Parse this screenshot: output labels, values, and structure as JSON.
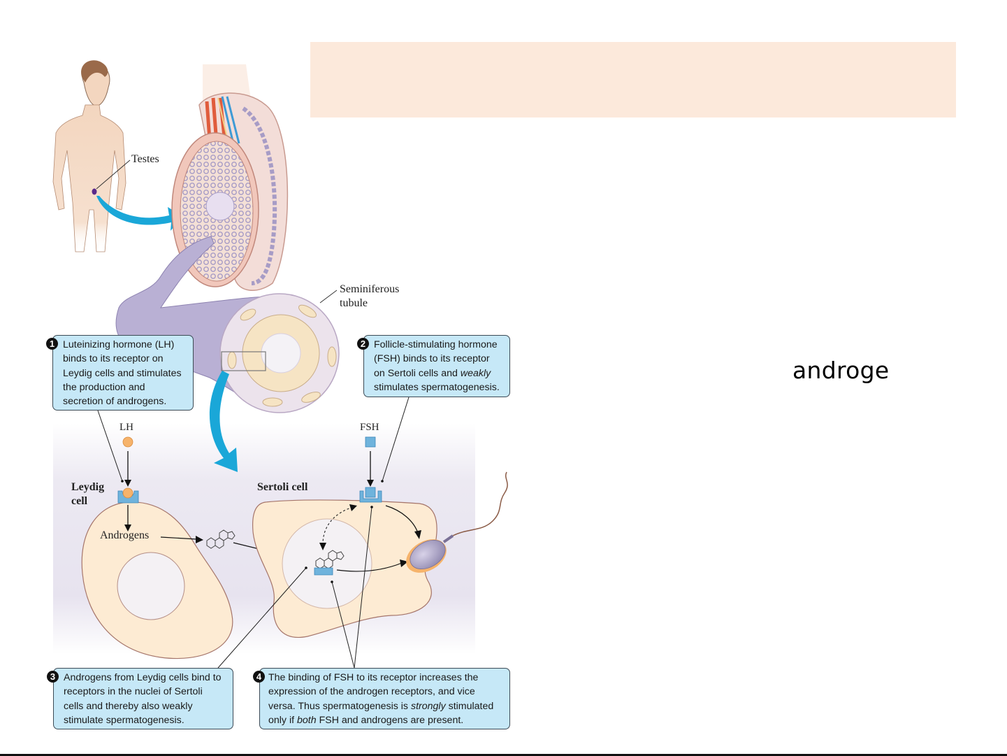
{
  "slide": {
    "title_placeholder": "",
    "body_text": "androge"
  },
  "figure": {
    "labels": {
      "testes": "Testes",
      "seminiferous_line1": "Seminiferous",
      "seminiferous_line2": "tubule",
      "lh": "LH",
      "fsh": "FSH",
      "leydig_line1": "Leydig",
      "leydig_line2": "cell",
      "sertoli": "Sertoli cell",
      "androgens": "Androgens"
    },
    "callouts": [
      {
        "number": "1",
        "lines": [
          "Luteinizing hormone (LH)",
          "binds to its receptor on",
          "Leydig cells and stimulates",
          "the production and",
          "secretion of androgens."
        ]
      },
      {
        "number": "2",
        "line1": "Follicle-stimulating hormone",
        "line2": "(FSH) binds to its receptor",
        "line3_pre": "on Sertoli cells and ",
        "line3_em": "weakly",
        "line4": "stimulates spermatogenesis."
      },
      {
        "number": "3",
        "lines": [
          "Androgens from Leydig cells bind to",
          "receptors in the nuclei of Sertoli",
          "cells and thereby also weakly",
          "stimulate spermatogenesis."
        ]
      },
      {
        "number": "4",
        "line1": "The binding of FSH to its receptor increases the",
        "line2": "expression of the androgen receptors, and vice",
        "line3_pre": "versa. Thus spermatogenesis is ",
        "line3_em": "strongly",
        "line3_post": " stimulated",
        "line4_pre": "only if ",
        "line4_em": "both",
        "line4_post": " FSH and androgens are present."
      }
    ],
    "colors": {
      "callout_fill": "#c6e8f7",
      "arrow_blue": "#1aa7d8",
      "cell_fill": "#fdebd3",
      "tubule_purple": "#b9b0d4",
      "lh_orange": "#f6b36b",
      "receptor_blue": "#6fb3dc"
    }
  }
}
